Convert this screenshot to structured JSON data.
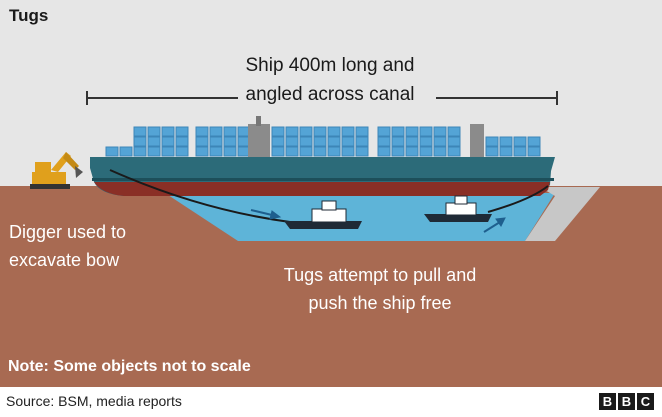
{
  "title": "Tugs",
  "ship_label": {
    "line1": "Ship 400m long and",
    "line2": "angled across canal"
  },
  "digger_label": {
    "line1": "Digger used to",
    "line2": "excavate bow"
  },
  "tugs_label": {
    "line1": "Tugs attempt to pull and",
    "line2": "push the ship free"
  },
  "note": "Note: Some objects not to scale",
  "source": "Source: BSM, media reports",
  "logo": [
    "B",
    "B",
    "C"
  ],
  "colors": {
    "sky": "#e5e5e5",
    "ground": "#a86a52",
    "water": "#5eb4d8",
    "hull_top": "#2c6b79",
    "hull_bottom": "#8a2f26",
    "containers": "#54a4d6",
    "digger": "#e0a01c",
    "tug": "#1f2a36"
  }
}
